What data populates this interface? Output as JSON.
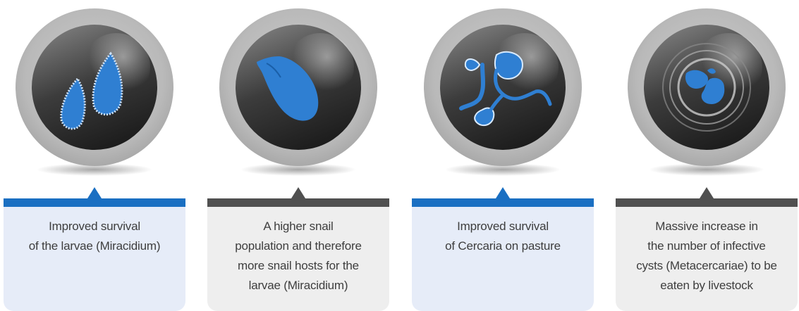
{
  "colors": {
    "blue_accent": "#1a6fc2",
    "dark_accent": "#505050",
    "blue_card": "#e6ecf8",
    "grey_card": "#eeeeee",
    "icon_fill": "#2f7fd2"
  },
  "panels": [
    {
      "icon": "miracidium-larvae-icon",
      "accent": "blue",
      "text": "Improved survival\nof the larvae (Miracidium)"
    },
    {
      "icon": "snail-icon",
      "accent": "dark",
      "text": "A higher snail\npopulation and therefore\nmore snail hosts for the\nlarvae (Miracidium)"
    },
    {
      "icon": "cercaria-icon",
      "accent": "blue",
      "text": "Improved survival\nof Cercaria on pasture"
    },
    {
      "icon": "metacercariae-cyst-icon",
      "accent": "dark",
      "text": "Massive increase in\nthe number of infective\ncysts (Metacercariae) to be\neaten by livestock"
    }
  ]
}
